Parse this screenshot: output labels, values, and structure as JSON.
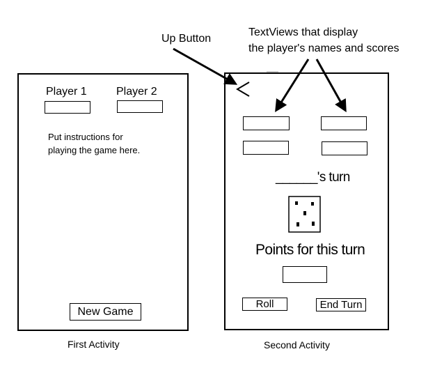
{
  "annotations": {
    "up_button": "Up Button",
    "textviews_line1": "TextViews that display",
    "textviews_line2": "the player's names and scores"
  },
  "first_activity": {
    "caption": "First Activity",
    "player1_label": "Player 1",
    "player2_label": "Player 2",
    "instructions_line1": "Put instructions for",
    "instructions_line2": "playing the game here.",
    "new_game_button": "New Game"
  },
  "second_activity": {
    "caption": "Second Activity",
    "up_icon": "chevron-left-icon",
    "turn_text": "______'s turn",
    "die_icon": "die-five-icon",
    "points_label": "Points for this turn",
    "roll_button": "Roll",
    "end_turn_button": "End Turn"
  }
}
